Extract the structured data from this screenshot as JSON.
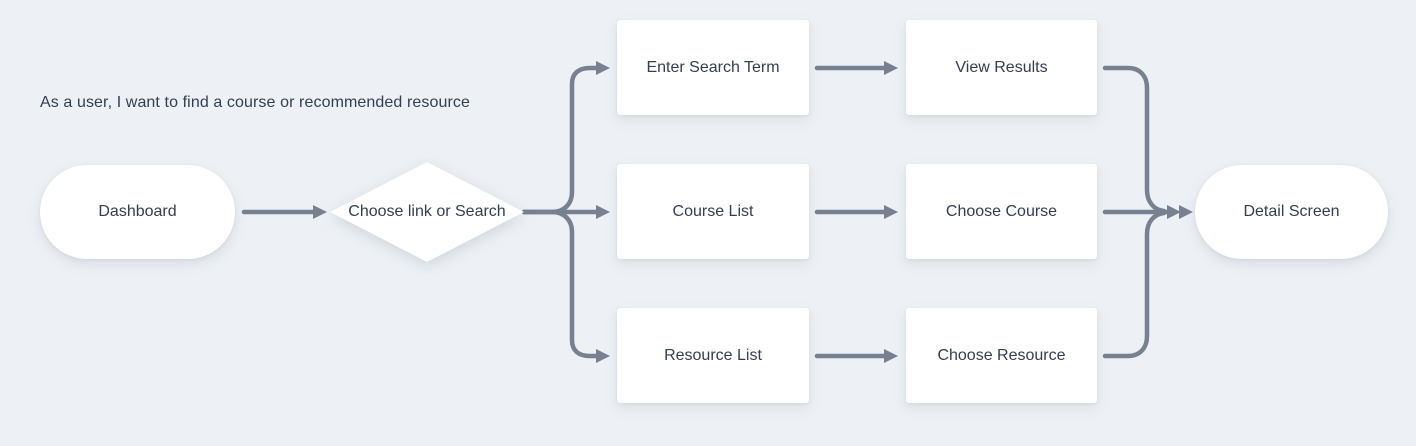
{
  "colors": {
    "background": "#edf1f5",
    "connector": "#77818f",
    "node_fill": "#ffffff",
    "text": "#323e51"
  },
  "annotation": "As a user, I want to find a course or recommended resource",
  "flowchart": {
    "start": {
      "label": "Dashboard"
    },
    "decision": {
      "label": "Choose link\nor Search"
    },
    "branches": {
      "search": {
        "step1": "Enter Search Term",
        "step2": "View Results"
      },
      "course": {
        "step1": "Course List",
        "step2": "Choose Course"
      },
      "resource": {
        "step1": "Resource List",
        "step2": "Choose Resource"
      }
    },
    "end": {
      "label": "Detail Screen"
    }
  }
}
